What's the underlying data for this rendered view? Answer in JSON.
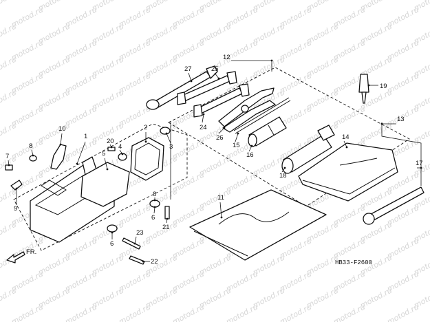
{
  "watermark": "motod.ru",
  "diagram_code": "HB33-F2600",
  "direction_label": "FR.",
  "callouts": [
    {
      "id": "c1",
      "label": "1"
    },
    {
      "id": "c2",
      "label": "2"
    },
    {
      "id": "c3",
      "label": "3"
    },
    {
      "id": "c4",
      "label": "4"
    },
    {
      "id": "c5",
      "label": "5"
    },
    {
      "id": "c6a",
      "label": "6"
    },
    {
      "id": "c6b",
      "label": "6"
    },
    {
      "id": "c7",
      "label": "7"
    },
    {
      "id": "c8a",
      "label": "8"
    },
    {
      "id": "c8b",
      "label": "8"
    },
    {
      "id": "c9",
      "label": "9"
    },
    {
      "id": "c10",
      "label": "10"
    },
    {
      "id": "c11",
      "label": "11"
    },
    {
      "id": "c12",
      "label": "12"
    },
    {
      "id": "c13",
      "label": "13"
    },
    {
      "id": "c14",
      "label": "14"
    },
    {
      "id": "c15",
      "label": "15"
    },
    {
      "id": "c16",
      "label": "16"
    },
    {
      "id": "c17",
      "label": "17"
    },
    {
      "id": "c18",
      "label": "18"
    },
    {
      "id": "c19",
      "label": "19"
    },
    {
      "id": "c20",
      "label": "20"
    },
    {
      "id": "c21",
      "label": "21"
    },
    {
      "id": "c22",
      "label": "22"
    },
    {
      "id": "c23",
      "label": "23"
    },
    {
      "id": "c24",
      "label": "24"
    },
    {
      "id": "c25",
      "label": "25"
    },
    {
      "id": "c26",
      "label": "26"
    },
    {
      "id": "c27",
      "label": "27"
    }
  ]
}
